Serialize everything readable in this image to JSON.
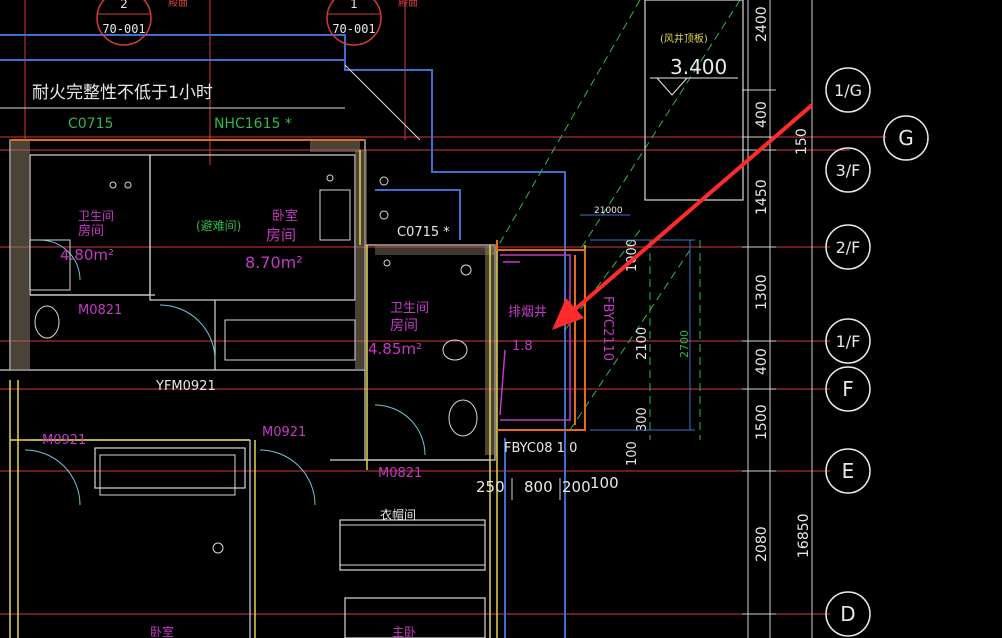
{
  "colors": {
    "background": "#000000",
    "red": "#d23a3a",
    "blue": "#3d6fd1",
    "yellow": "#e3d84a",
    "white": "#e8e8e8",
    "green": "#2fb84a",
    "magenta": "#c33ac3",
    "cyan": "#6ec6d8",
    "orange": "#e46a1e",
    "arrow": "#ff2a2a"
  },
  "detail_refs": [
    {
      "top": "2",
      "bottom": "70-001",
      "note": "殿面"
    },
    {
      "top": "1",
      "bottom": "70-001",
      "note": "殿面"
    }
  ],
  "fire_note": "耐火完整性不低于1小时",
  "windows": {
    "c0715_a": "C0715",
    "nhc1615": "NHC1615 *",
    "c0715_b": "C0715 *",
    "fbyc2110": "FBYC2110",
    "fbyc0810": "FBYC08 1 0"
  },
  "doors": {
    "m0821_a": "M0821",
    "m0821_b": "M0821",
    "yfm0921": "YFM0921",
    "m0921_a": "M0921",
    "m0921_b": "M0921"
  },
  "rooms": {
    "bath1_type": "卫生间",
    "bath1_name": "房间",
    "bath1_area": "4.80m²",
    "bed_type": "卧室",
    "bed_name": "房间",
    "bed_area": "8.70m²",
    "refuge": "(避难间)",
    "bath2_type": "卫生间",
    "bath2_name": "房间",
    "bath2_area": "4.85m²",
    "flue_name": "排烟井",
    "flue_size": "1.8",
    "closet": "衣帽间",
    "bed2": "卧室",
    "master": "主卧"
  },
  "shaft": {
    "label": "(风井顶板)",
    "elevation": "3.400"
  },
  "dims_right": [
    "2400",
    "400",
    "150",
    "1450",
    "1300",
    "400",
    "1500",
    "2080",
    "16850"
  ],
  "dims_inner": [
    "2100",
    "2700",
    "1000",
    "300",
    "100",
    "21000"
  ],
  "dims_bottom": [
    "250",
    "800",
    "200",
    "100"
  ],
  "axes": [
    "1/G",
    "G",
    "3/F",
    "2/F",
    "1/F",
    "F",
    "E",
    "D"
  ]
}
